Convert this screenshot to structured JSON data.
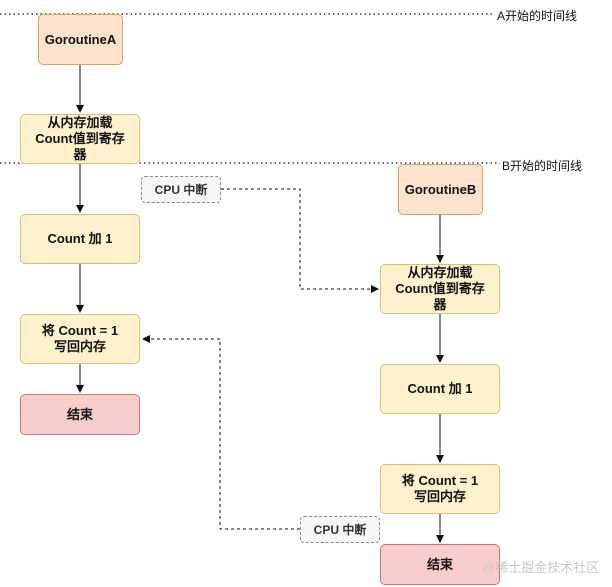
{
  "timelines": {
    "a_start": "A开始的时间线",
    "b_start": "B开始的时间线"
  },
  "goroutine_a": {
    "title": "GoroutineA",
    "load": "从内存加载\nCount值到寄存\n器",
    "increment": "Count 加 1",
    "write_back": "将 Count = 1\n写回内存",
    "end": "结束"
  },
  "goroutine_b": {
    "title": "GoroutineB",
    "load": "从内存加载\nCount值到寄存\n器",
    "increment": "Count 加 1",
    "write_back": "将 Count = 1\n写回内存",
    "end": "结束"
  },
  "interrupts": {
    "first": "CPU 中断",
    "second": "CPU 中断"
  },
  "watermark": "@稀土掘金技术社区"
}
